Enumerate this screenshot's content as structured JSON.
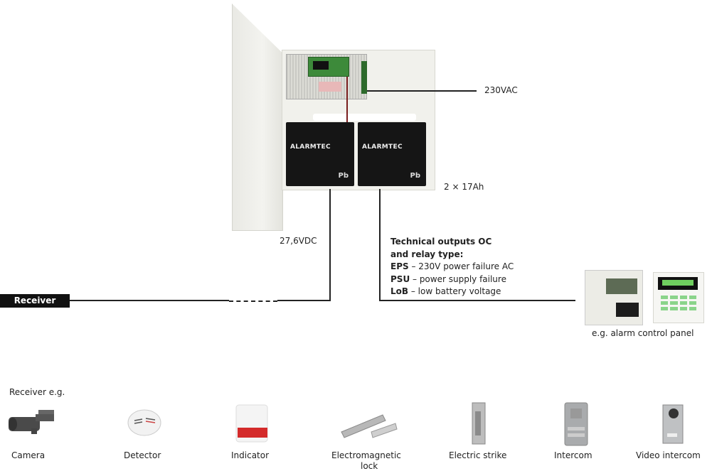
{
  "labels": {
    "ac_input": "230VAC",
    "batteries": "2 × 17Ah",
    "dc_output": "27,6VDC",
    "receiver": "Receiver",
    "alarm_panel": "e.g. alarm control panel",
    "receiver_examples": "Receiver e.g."
  },
  "battery": {
    "brand": "ALARMTEC",
    "mark": "Pb"
  },
  "technical_outputs": {
    "title_line1": "Technical outputs OC",
    "title_line2": "and relay type:",
    "items": [
      {
        "code": "EPS",
        "desc": " – 230V power failure AC"
      },
      {
        "code": "PSU",
        "desc": " – power supply failure"
      },
      {
        "code": "LoB",
        "desc": " – low battery voltage"
      }
    ]
  },
  "devices": [
    {
      "name": "Camera"
    },
    {
      "name": "Detector"
    },
    {
      "name": "Indicator"
    },
    {
      "name": "Electromagnetic",
      "name2": "lock"
    },
    {
      "name": "Electric strike"
    },
    {
      "name": "Intercom"
    },
    {
      "name": "Video intercom"
    }
  ],
  "colors": {
    "battery": "#151515",
    "pcb": "#3d8a3a",
    "indicator_red": "#d42a2a",
    "keypad_green": "#8ad48a"
  }
}
